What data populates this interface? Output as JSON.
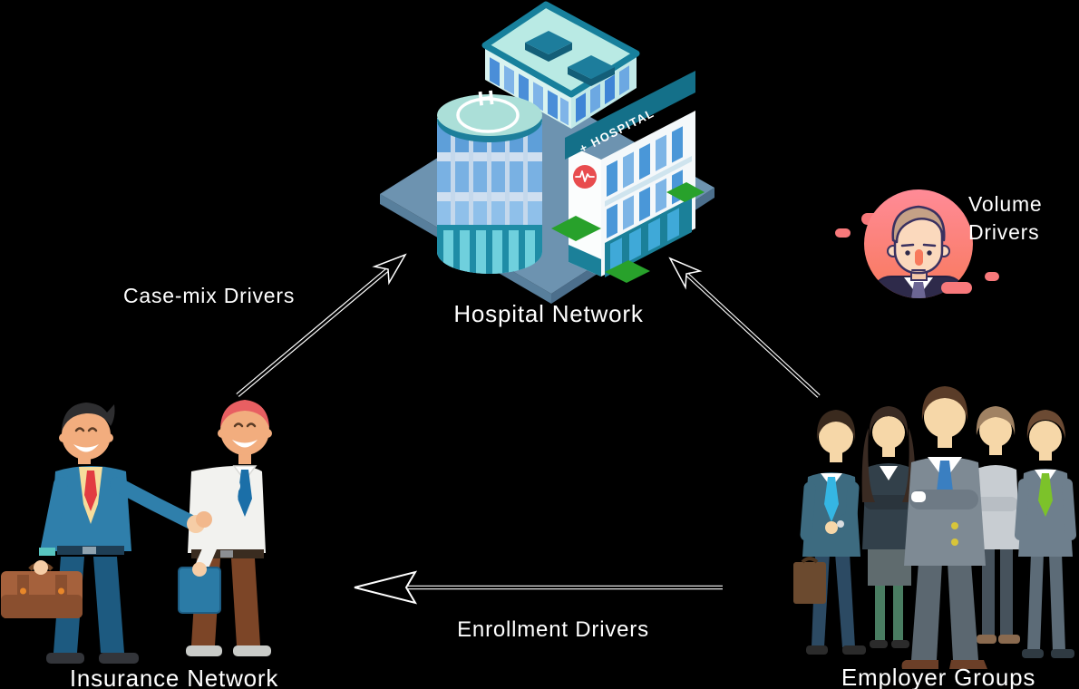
{
  "nodes": {
    "hospital": {
      "label": "Hospital Network",
      "sign_text": "+ HOSPITAL",
      "helipad_letter": "H"
    },
    "insurance": {
      "label": "Insurance Network"
    },
    "employer": {
      "label": "Employer Groups"
    },
    "volume": {
      "line1": "Volume",
      "line2": "Drivers"
    }
  },
  "edges": [
    {
      "id": "case-mix",
      "label": "Case-mix Drivers",
      "from": "Insurance Network",
      "to": "Hospital Network"
    },
    {
      "id": "volume",
      "label": "",
      "from": "Employer Groups",
      "to": "Hospital Network"
    },
    {
      "id": "enrollment",
      "label": "Enrollment Drivers",
      "from": "Employer Groups",
      "to": "Insurance Network"
    }
  ],
  "colors": {
    "background": "#000000",
    "text": "#ffffff",
    "arrow_fill": "#000000",
    "arrow_outline": "#ffffff",
    "building_teal": "#17809c",
    "building_mint": "#b9eae4",
    "platform_blue": "#6d93b0",
    "avatar_pink_top": "#ff8b97",
    "avatar_pink_bottom": "#f8795c",
    "heart_red": "#e84c4e",
    "grass_green": "#28a12b"
  }
}
